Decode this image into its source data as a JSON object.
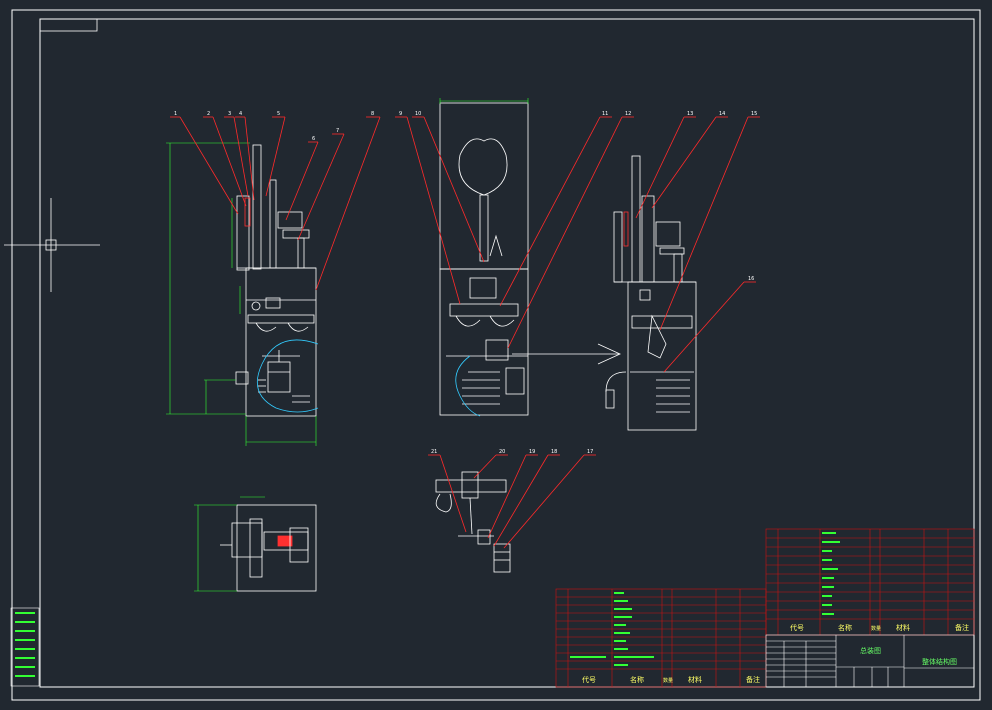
{
  "drawing": {
    "colors": {
      "background": "#212830",
      "outline": "#ffffff",
      "leader": "#ff2a2a",
      "dimension": "#33ff33",
      "cut_line": "#33ccff",
      "table_frame": "#cc1111",
      "table_text": "#66ff66",
      "table_header": "#ffff66"
    },
    "crosshair_icon": "crosshair-icon",
    "callouts_front": [
      "1",
      "2",
      "3",
      "4",
      "5",
      "6",
      "7",
      "8"
    ],
    "callouts_side": [
      "9",
      "10",
      "11",
      "12"
    ],
    "callouts_right": [
      "13",
      "14",
      "15",
      "16"
    ],
    "callouts_detail": [
      "21",
      "20",
      "19",
      "18",
      "17"
    ]
  },
  "title_block": {
    "header_cols": [
      "代号",
      "名称",
      "数量",
      "材料",
      "备注"
    ],
    "header_cols_lower": [
      "代号",
      "名称",
      "数量",
      "材料",
      "备注"
    ],
    "assembly_name": "总装图",
    "drawing_title": "整体结构图"
  }
}
